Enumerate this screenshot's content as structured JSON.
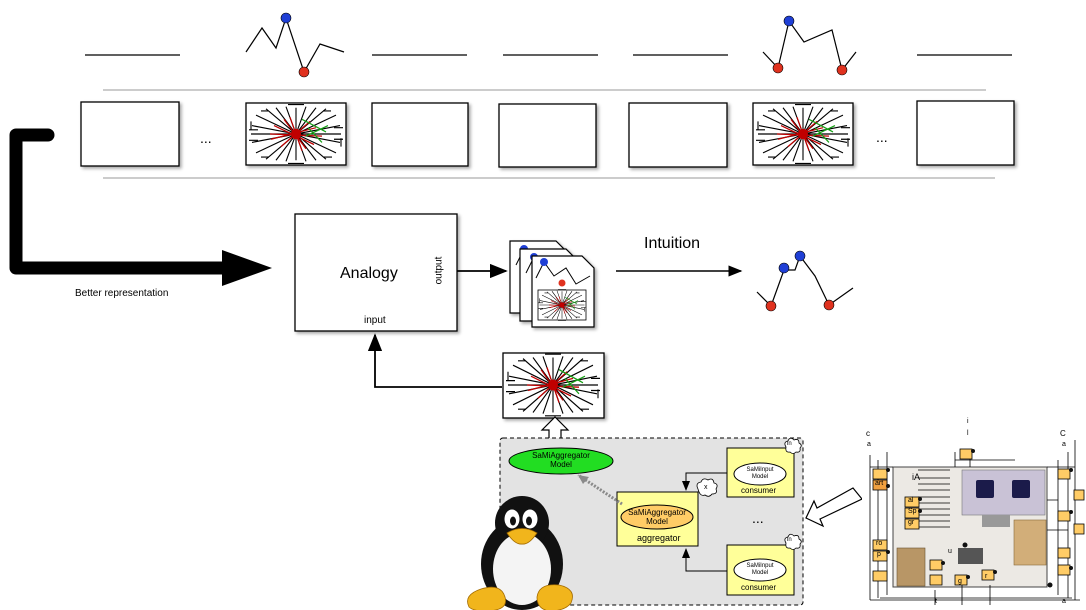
{
  "top_row": {
    "ellipsis_left": "...",
    "ellipsis_right": "..."
  },
  "arrow_label": "Better representation",
  "analogy_box": {
    "title": "Analogy",
    "input_label": "input",
    "output_label": "output"
  },
  "intuition_label": "Intuition",
  "aggregator_panel": {
    "sami_aggregator_model": [
      "SaMiAggregator",
      "Model"
    ],
    "aggregator_inner_model": [
      "SaMiAggregator",
      "Model"
    ],
    "aggregator_label": "aggregator",
    "consumer_label": "consumer",
    "consumer_model": [
      "SaMiInput",
      "Model"
    ],
    "ellipsis": "...",
    "in_tag": "in",
    "x_tag": "x"
  },
  "floorplan": {
    "room_label": "iA",
    "module_labels": [
      "art",
      "Sp",
      "al",
      "gr",
      "ro",
      "p"
    ],
    "edge_letters": [
      "c",
      "a",
      "i",
      "C",
      "l",
      "u",
      "a",
      "g",
      "r",
      "t",
      "a"
    ]
  },
  "colors": {
    "sensor_blue": "#1f3fd6",
    "sensor_red": "#e0321f",
    "graph_red": "#c00000",
    "graph_green": "#16a016",
    "module_yellow": "#ffff99",
    "model_orange": "#ffcc66",
    "model_green": "#22dd22",
    "panel_gray": "#e3e3e3"
  },
  "icons": [
    "penguin-mascot",
    "graph-thumbnail",
    "document-stack",
    "floorplan-sensor-map"
  ]
}
